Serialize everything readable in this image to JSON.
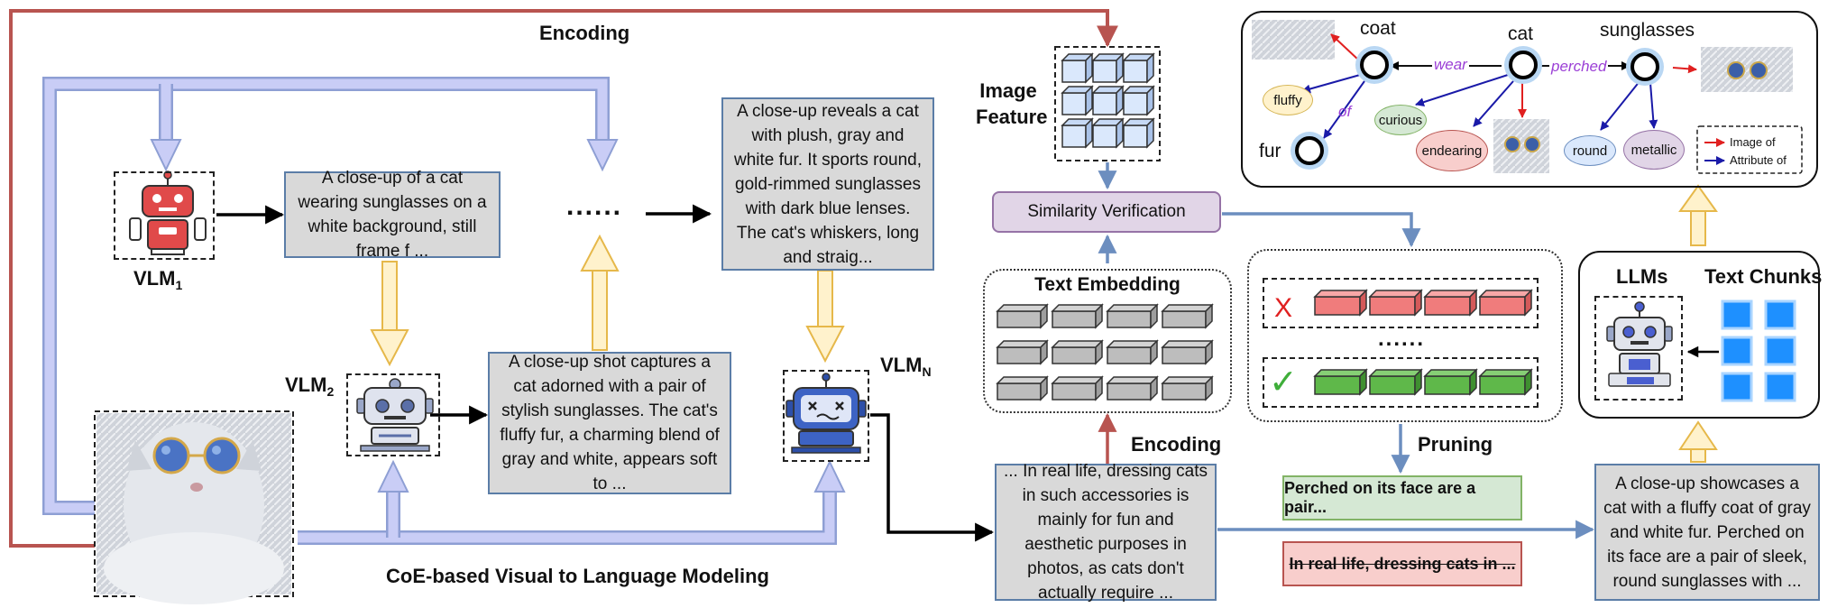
{
  "labels": {
    "encoding_top": "Encoding",
    "encoding_mid": "Encoding",
    "coe_title": "CoE-based Visual to Language Modeling",
    "image_feature_1": "Image",
    "image_feature_2": "Feature",
    "similarity": "Similarity Verification",
    "text_embedding": "Text Embedding",
    "pruning": "Pruning",
    "llms": "LLMs",
    "text_chunks": "Text Chunks",
    "ellipsis_top": "......",
    "ellipsis_mid": "......"
  },
  "vlm": {
    "vlm1_main": "VLM",
    "vlm1_sub": "1",
    "vlm2_main": "VLM",
    "vlm2_sub": "2",
    "vlmn_main": "VLM",
    "vlmn_sub": "N"
  },
  "captions": {
    "vlm1": "A close-up of a cat wearing sunglasses on a white background, still frame f ...",
    "vlm2": "A close-up shot captures a cat adorned with a pair of stylish sunglasses. The cat's fluffy fur, a charming  blend of gray and white, appears soft to ...",
    "vlmn": "A close-up reveals a cat with plush, gray and white fur. It sports round, gold-rimmed sunglasses with dark blue lenses. The cat's whiskers, long and straig...",
    "reallife": "... In real life, dressing cats in such accessories is mainly for fun and aesthetic purposes in photos, as cats don't actually require ...",
    "final": "A close-up showcases a cat with a fluffy coat of gray and white fur. Perched on its face are a pair of sleek, round sunglasses with ..."
  },
  "pruning": {
    "kept": "Perched on its face are a pair...",
    "removed": "In real life, dressing cats in ...",
    "cross": "X",
    "check": "✓"
  },
  "graph": {
    "nodes": {
      "coat": "coat",
      "cat": "cat",
      "sunglasses": "sunglasses",
      "fur": "fur"
    },
    "attributes": {
      "fluffy": "fluffy",
      "curious": "curious",
      "endearing": "endearing",
      "round": "round",
      "metallic": "metallic"
    },
    "edges": {
      "wear": "wear",
      "perched": "perched",
      "of": "of"
    },
    "legend": {
      "image_of": "Image of",
      "attribute_of": "Attribute of"
    }
  },
  "colors": {
    "red_arrow": "#b85450",
    "blue_arrow": "#6c8ebf",
    "lavender_fill": "#c9cdf6",
    "yellow_fill": "#fff2cc",
    "yellow_stroke": "#e6b84a",
    "gray_box": "#d9d9d9",
    "sim_fill": "#e1d5e7",
    "kept_fill": "#d5e8d4",
    "removed_fill": "#f8cecc"
  }
}
